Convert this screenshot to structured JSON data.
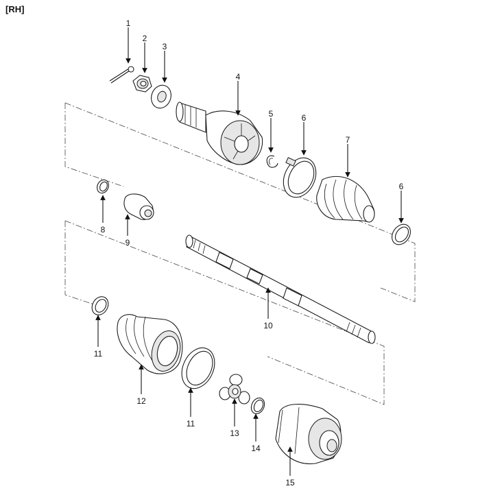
{
  "title": "[RH]",
  "callouts": [
    "1",
    "2",
    "3",
    "4",
    "5",
    "6",
    "7",
    "6",
    "8",
    "9",
    "10",
    "11",
    "12",
    "11",
    "13",
    "14",
    "15"
  ]
}
